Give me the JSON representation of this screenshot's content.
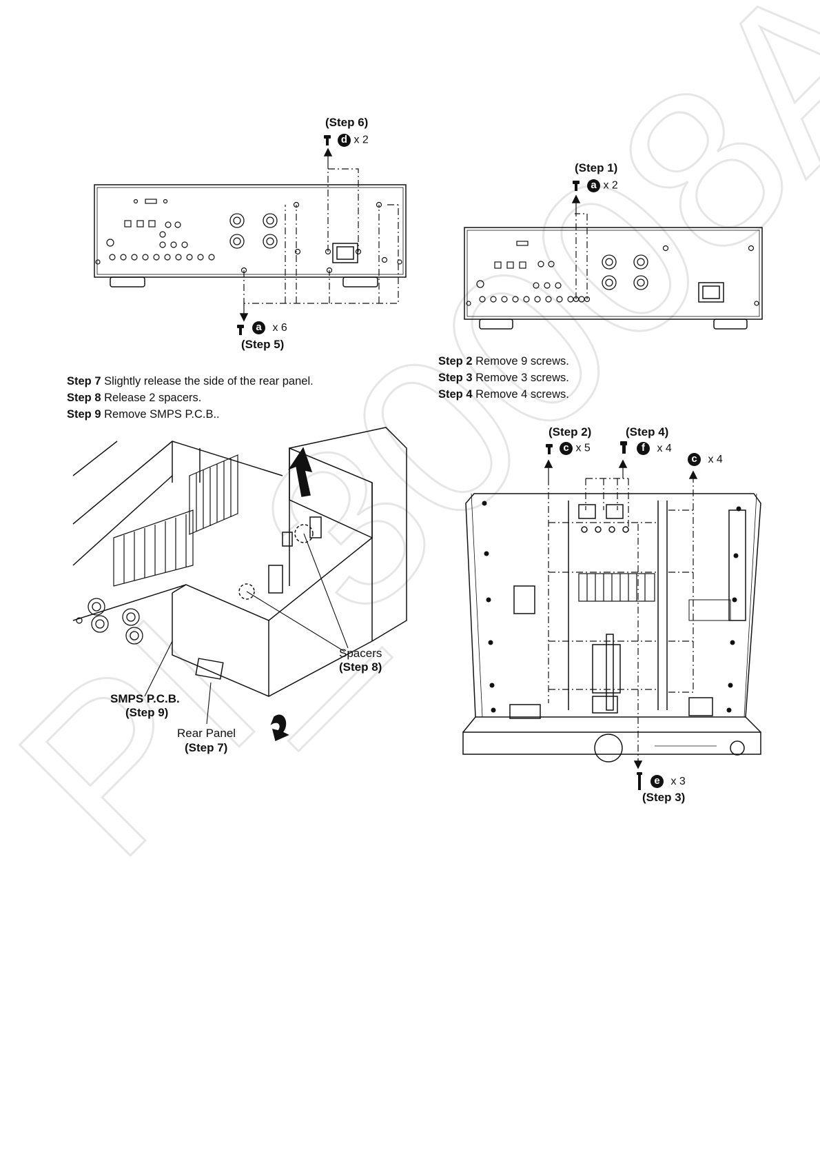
{
  "watermark": "PI_30008A",
  "top_left": {
    "step6_label": "(Step 6)",
    "step6_screw": {
      "badge": "d",
      "count": "x 2"
    },
    "step5_screw": {
      "badge": "a",
      "count": "x 6"
    },
    "step5_label": "(Step 5)"
  },
  "top_right": {
    "step1_label": "(Step 1)",
    "step1_screw": {
      "badge": "a",
      "count": "x 2"
    }
  },
  "instructions_left": [
    {
      "step": "Step 7",
      "text": " Slightly release the side of the rear panel."
    },
    {
      "step": "Step 8",
      "text": " Release 2 spacers."
    },
    {
      "step": "Step 9",
      "text": " Remove SMPS P.C.B.."
    }
  ],
  "instructions_right": [
    {
      "step": "Step 2",
      "text": " Remove 9 screws."
    },
    {
      "step": "Step 3",
      "text": " Remove 3 screws."
    },
    {
      "step": "Step 4",
      "text": " Remove 4 screws."
    }
  ],
  "bottom_left": {
    "spacers": "Spacers",
    "spacers_step": "(Step 8)",
    "smps": "SMPS P.C.B.",
    "smps_step": "(Step 9)",
    "rear_panel": "Rear Panel",
    "rear_panel_step": "(Step 7)"
  },
  "bottom_right": {
    "step2_label": "(Step 2)",
    "step2_screw": {
      "badge": "c",
      "count": "x 5"
    },
    "step4_label": "(Step 4)",
    "step4_screw": {
      "badge": "f",
      "count": "x 4"
    },
    "extra_screw": {
      "badge": "c",
      "count": "x 4"
    },
    "step3_screw": {
      "badge": "e",
      "count": "x 3"
    },
    "step3_label": "(Step 3)"
  }
}
